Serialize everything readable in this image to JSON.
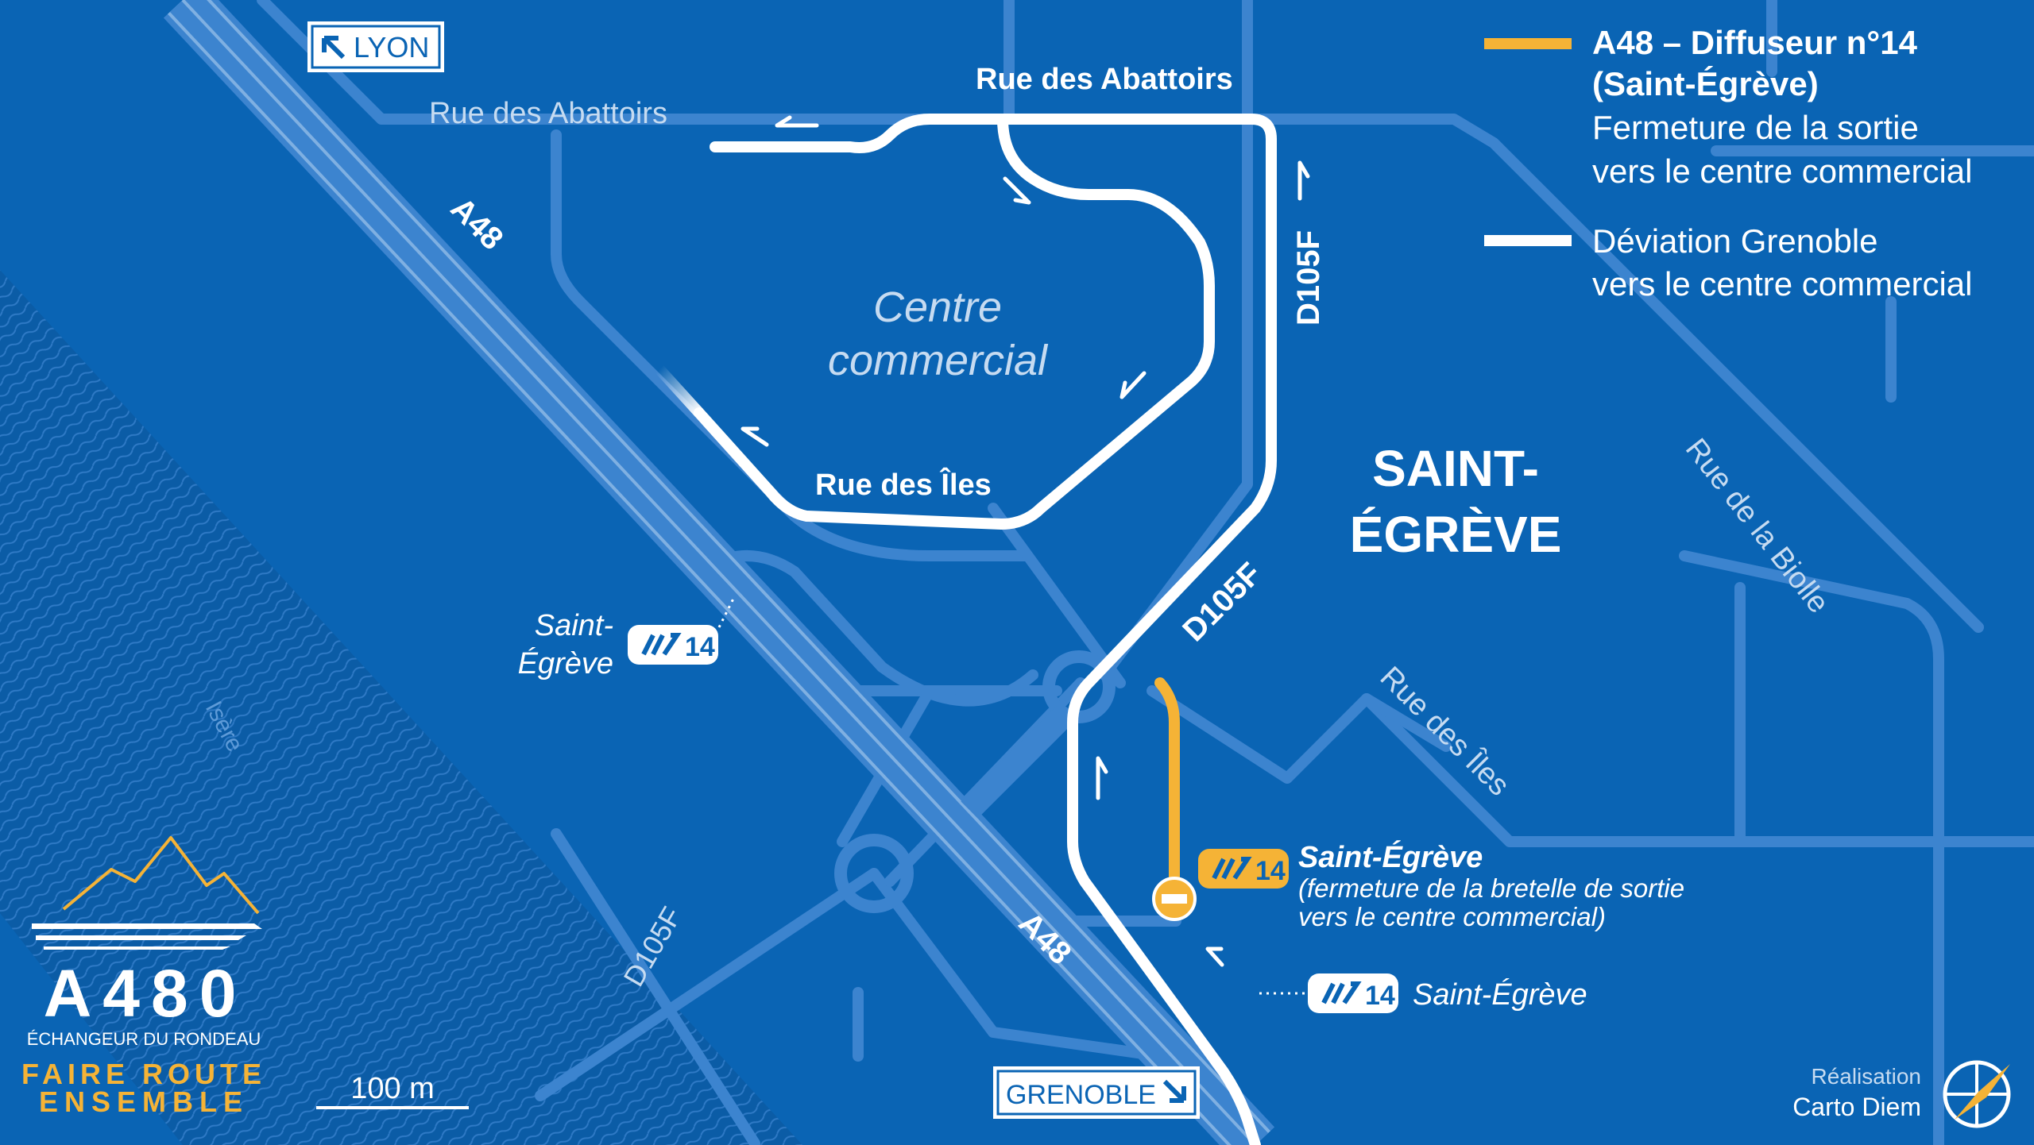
{
  "colors": {
    "background": "#0a64b4",
    "road_minor": "#3c84cf",
    "deviation": "#ffffff",
    "closure": "#f5b336",
    "label_light": "#c6dbf1",
    "text": "#ffffff"
  },
  "map": {
    "sign_lyon": "LYON",
    "sign_grenoble": "GRENOBLE",
    "labels": {
      "rue_abattoirs_west": "Rue des Abattoirs",
      "rue_abattoirs_north": "Rue des Abattoirs",
      "rue_des_iles_loop": "Rue des Îles",
      "rue_des_iles_east": "Rue des Îles",
      "rue_de_la_biolle": "Rue de la Biolle",
      "centre_line1": "Centre",
      "centre_line2": "commercial",
      "a48_top": "A48",
      "a48_bottom": "A48",
      "d105f_north": "D105F",
      "d105f_mid": "D105F",
      "d105f_sw": "D105F",
      "isere": "Isère",
      "town_line1": "SAINT-",
      "town_line2": "ÉGRÈVE"
    },
    "exit_number": "14",
    "exit_west": {
      "place_line1": "Saint-",
      "place_line2": "Égrève"
    },
    "exit_closed": {
      "place": "Saint-Égrève",
      "note_line1": "(fermeture de la bretelle de sortie",
      "note_line2": "vers le centre commercial)"
    },
    "exit_south": {
      "place": "Saint-Égrève"
    },
    "scale": "100 m"
  },
  "legend": {
    "closure": {
      "title_line1": "A48 – Diffuseur n°14",
      "title_line2": "(Saint-Égrève)",
      "text_line1": "Fermeture de la sortie",
      "text_line2": "vers le centre commercial"
    },
    "deviation": {
      "text_line1": "Déviation Grenoble",
      "text_line2": "vers le centre commercial"
    }
  },
  "brand": {
    "name": "A480",
    "subtitle": "ÉCHANGEUR DU RONDEAU",
    "slogan_line1": "FAIRE ROUTE",
    "slogan_line2": "ENSEMBLE"
  },
  "credit": {
    "label": "Réalisation",
    "name": "Carto Diem"
  }
}
